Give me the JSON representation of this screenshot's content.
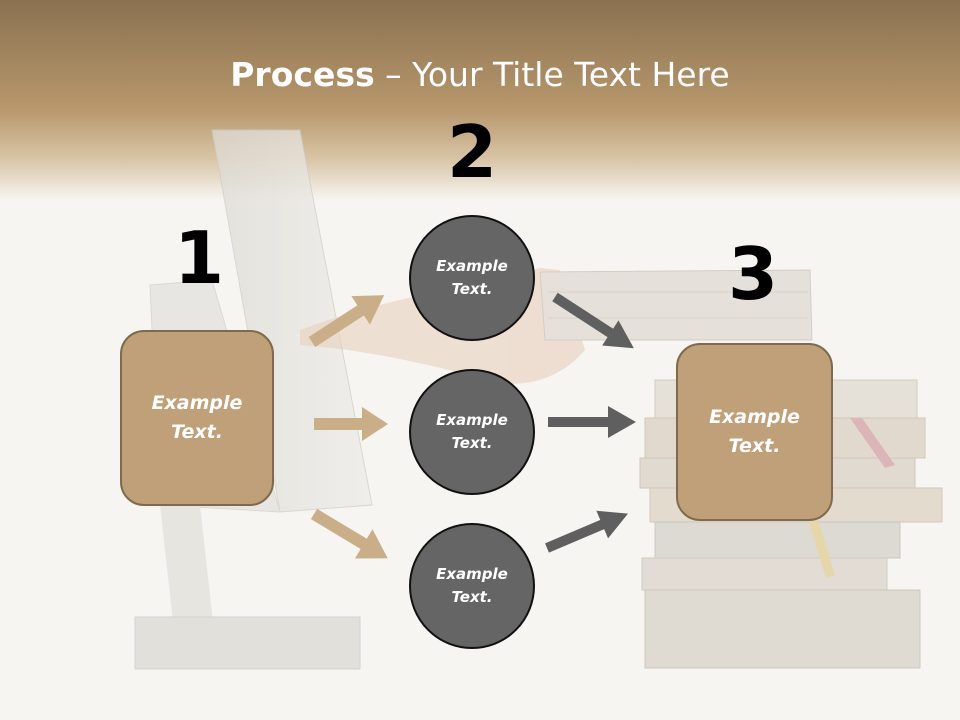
{
  "title": {
    "bold": "Process",
    "rest": " – Your Title Text Here"
  },
  "steps": [
    "1",
    "2",
    "3"
  ],
  "left_box": {
    "line1": "Example",
    "line2": "Text."
  },
  "circles": [
    {
      "line1": "Example",
      "line2": "Text."
    },
    {
      "line1": "Example",
      "line2": "Text."
    },
    {
      "line1": "Example",
      "line2": "Text."
    }
  ],
  "right_box": {
    "line1": "Example",
    "line2": "Text."
  },
  "colors": {
    "header_band": "#a88c62",
    "tan_box": "#bfa079",
    "circle": "#656565",
    "tan_arrow": "#c9ae88",
    "gray_arrow": "#5f5f5f"
  }
}
